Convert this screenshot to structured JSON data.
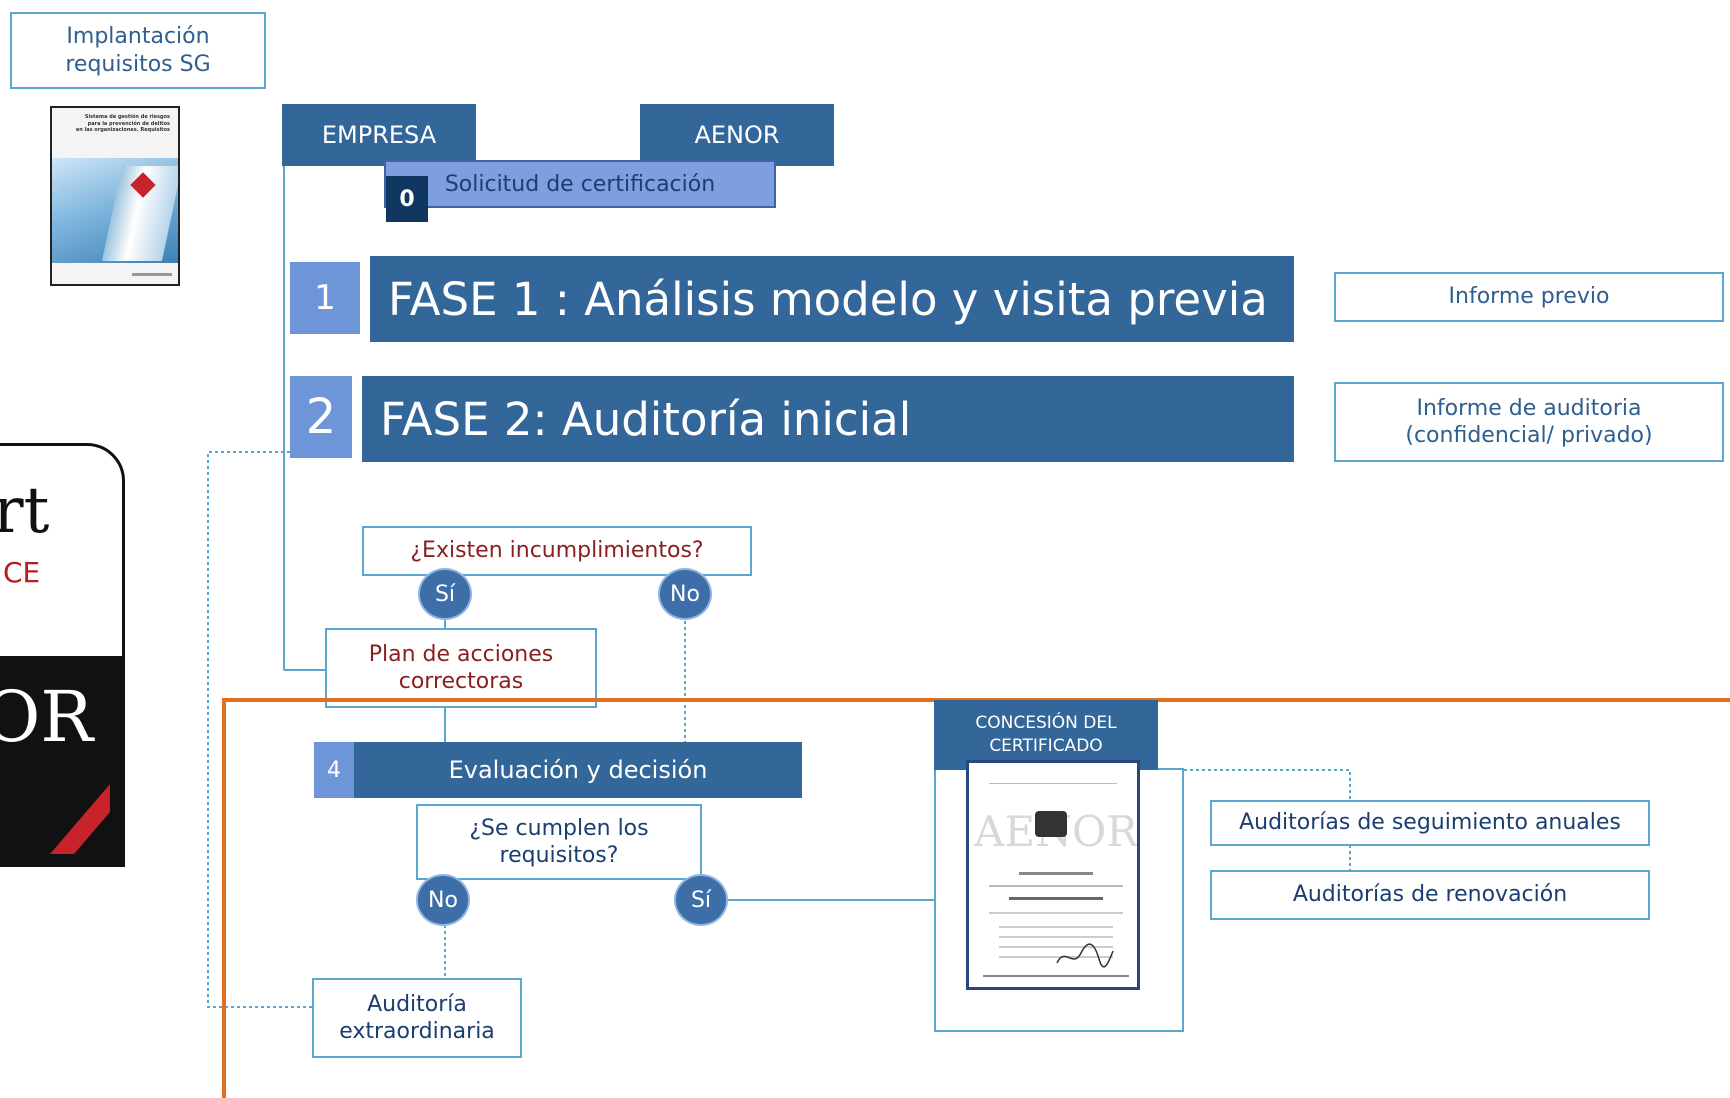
{
  "implantacion": {
    "line1": "Implantación",
    "line2": "requisitos SG"
  },
  "book": {
    "title_lines": [
      "Sistema de gestión de riesgos",
      "para la prevención de delitos",
      "en las organizaciones. Requisitos"
    ]
  },
  "logo": {
    "partial_word": "rt",
    "partial_sub": "CE",
    "partial_brand": "OR"
  },
  "headers": {
    "empresa": "EMPRESA",
    "aenor": "AENOR"
  },
  "solicitud": {
    "number": "0",
    "label": "Solicitud de certificación"
  },
  "fase1": {
    "number": "1",
    "label": "FASE 1 : Análisis modelo y visita previa"
  },
  "fase2": {
    "number": "2",
    "label": "FASE 2: Auditoría inicial"
  },
  "informe_previo": "Informe previo",
  "informe_auditoria": {
    "line1": "Informe de auditoria",
    "line2": "(confidencial/ privado)"
  },
  "existen": {
    "question": "¿Existen   incumplimientos?",
    "si": "Sí",
    "no": "No"
  },
  "plan": {
    "line1": "Plan de acciones",
    "line2": "correctoras"
  },
  "evaluacion": {
    "number": "4",
    "label": "Evaluación y decisión"
  },
  "cumplen": {
    "line1": "¿Se cumplen los",
    "line2": "requisitos?",
    "no": "No",
    "si": "Sí"
  },
  "extraordinaria": {
    "line1": "Auditoría",
    "line2": "extraordinaria"
  },
  "concesion": {
    "line1": "CONCESIÓN DEL",
    "line2": "CERTIFICADO"
  },
  "certificate": {
    "watermark": "AENOR"
  },
  "seguimiento": "Auditorías de seguimiento anuales",
  "renovacion": "Auditorías de renovación",
  "colors": {
    "dark_blue": "#336699",
    "light_blue": "#6e95d8",
    "outline": "#5aa6cf",
    "orange": "#e07020",
    "red_text": "#8b1e1e"
  }
}
